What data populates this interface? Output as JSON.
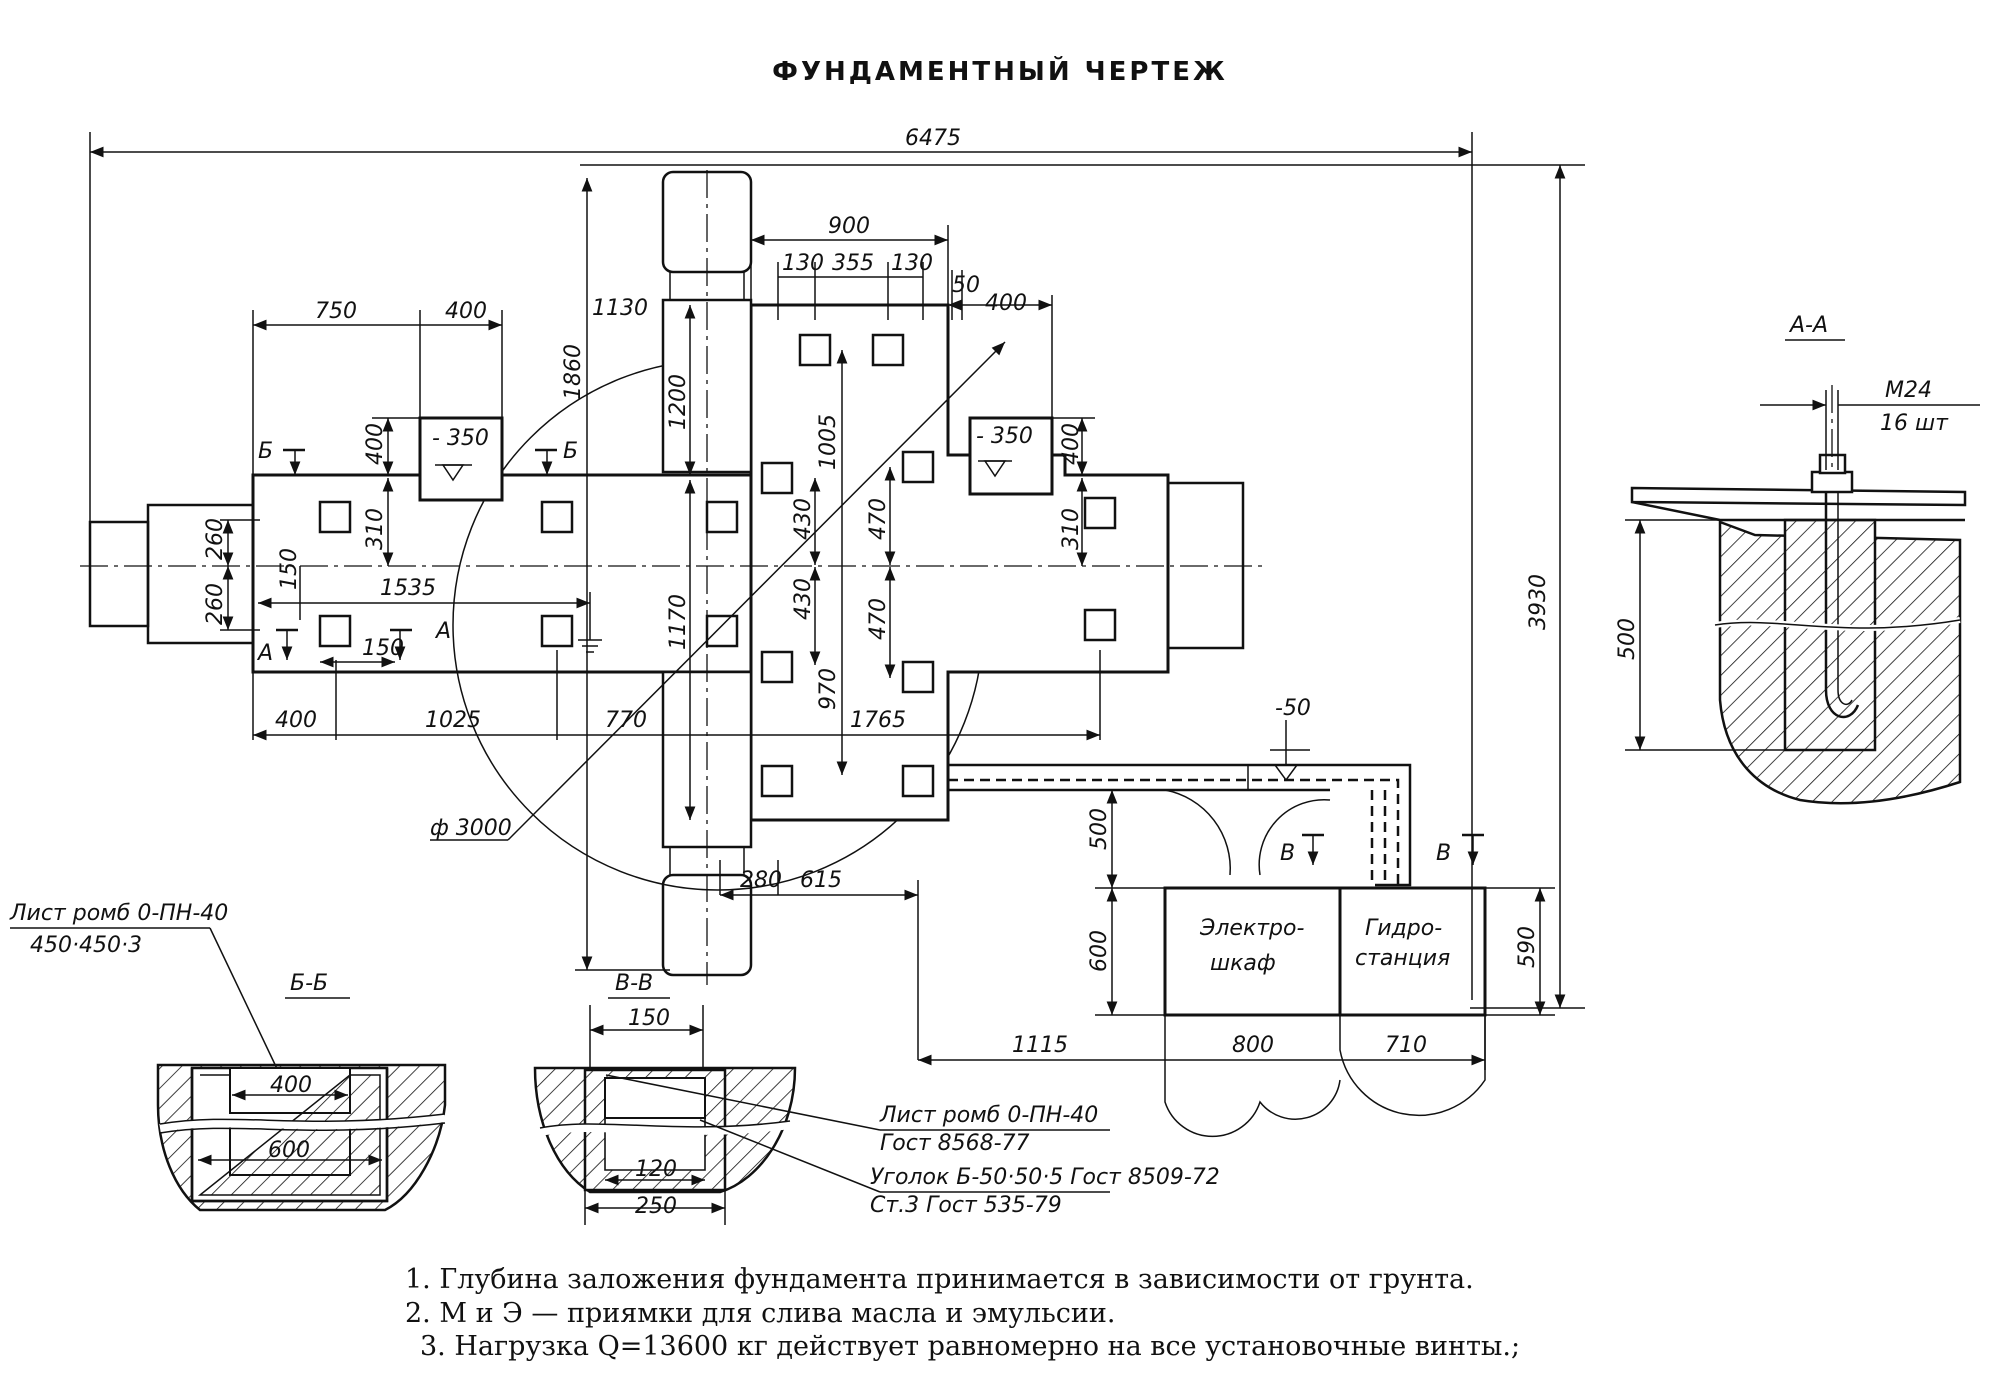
{
  "title": "ФУНДАМЕНТНЫЙ ЧЕРТЕЖ",
  "dimensions": {
    "overall_length": "6475",
    "overall_height": "3930",
    "d900": "900",
    "d130a": "130",
    "d355": "355",
    "d130b": "130",
    "d50": "50",
    "d400_right": "400",
    "d750": "750",
    "d400_top": "400",
    "d1130": "1130",
    "d1860": "1860",
    "d1200": "1200",
    "d1005": "1005",
    "d400_left_v": "400",
    "d310_left": "310",
    "d260_top": "260",
    "d260_bot": "260",
    "d150_v": "150",
    "d1535": "1535",
    "d150_h": "150",
    "d430_a": "430",
    "d430_b": "430",
    "d470_a": "470",
    "d470_b": "470",
    "d1170": "1170",
    "d970": "970",
    "d400_right_v": "400",
    "d310_right": "310",
    "d400_bot": "400",
    "d1025": "1025",
    "d770": "770",
    "d1765": "1765",
    "d280": "280",
    "d615": "615",
    "d500_v": "500",
    "d600_v": "600",
    "d590_v": "590",
    "d1115": "1115",
    "d800": "800",
    "d710": "710",
    "level_350_left": "- 350",
    "level_350_right": "- 350",
    "level_50": "-50",
    "phi3000": "ф 3000"
  },
  "section_marks": {
    "b_left": "Б",
    "b_right": "Б",
    "a_left": "А",
    "a_right": "А",
    "v_left": "В",
    "v_right": "В"
  },
  "boxes": {
    "electro": [
      "Электро-",
      "шкаф"
    ],
    "hydro": [
      "Гидро-",
      "станция"
    ]
  },
  "section_aa": {
    "title": "А-А",
    "bolt": "М24",
    "count": "16 шт",
    "depth": "500"
  },
  "section_bb": {
    "title": "Б-Б",
    "sheet_label": "Лист ромб 0-ПН-40",
    "sheet_size": "450·450·3",
    "w_top": "400",
    "w_bot": "600"
  },
  "section_vv": {
    "title": "В-В",
    "w_top": "150",
    "w_inner": "120",
    "w_outer": "250",
    "spec": [
      "Лист ромб 0-ПН-40",
      "Гост 8568-77",
      "Уголок Б-50·50·5 Гост 8509-72",
      "Ст.3   Гост 535-79"
    ]
  },
  "notes": [
    "1. Глубина заложения фундамента принимается в зависимости от грунта.",
    "2. М и Э — приямки для слива масла и эмульсии.",
    "3. Нагрузка Q=13600 кг действует равномерно на все установочные винты.;"
  ]
}
